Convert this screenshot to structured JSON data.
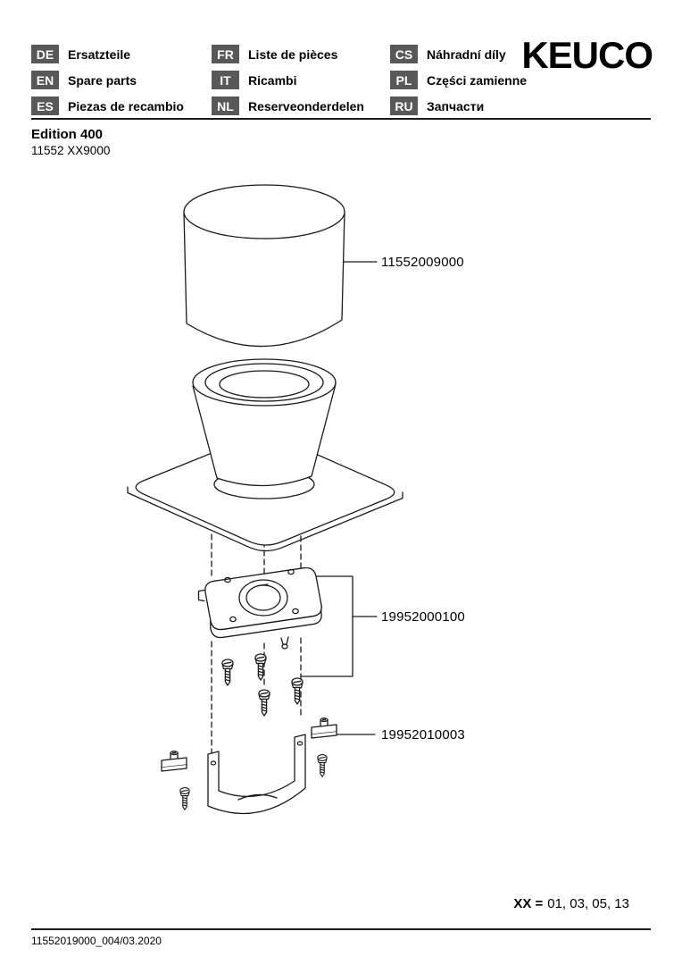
{
  "header": {
    "brand": "KEUCO",
    "languages": [
      {
        "code": "DE",
        "label": "Ersatzteile"
      },
      {
        "code": "EN",
        "label": "Spare parts"
      },
      {
        "code": "ES",
        "label": "Piezas de recambio"
      },
      {
        "code": "FR",
        "label": "Liste de pièces"
      },
      {
        "code": "IT",
        "label": "Ricambi"
      },
      {
        "code": "NL",
        "label": "Reserveonderdelen"
      },
      {
        "code": "CS",
        "label": "Náhradní díly"
      },
      {
        "code": "PL",
        "label": "Części zamienne"
      },
      {
        "code": "RU",
        "label": "Запчасти"
      }
    ]
  },
  "product": {
    "series": "Edition 400",
    "model": "11552 XX9000"
  },
  "diagram": {
    "parts": [
      {
        "number": "11552009000"
      },
      {
        "number": "19952000100"
      },
      {
        "number": "19952010003"
      }
    ]
  },
  "variants": {
    "prefix": "XX =",
    "codes": "01, 03, 05, 13"
  },
  "footer": {
    "document_id": "11552019000_004/03.2020"
  },
  "colors": {
    "badge_bg": "#57585a",
    "badge_text": "#ffffff",
    "line_color": "#1a1a1a"
  }
}
